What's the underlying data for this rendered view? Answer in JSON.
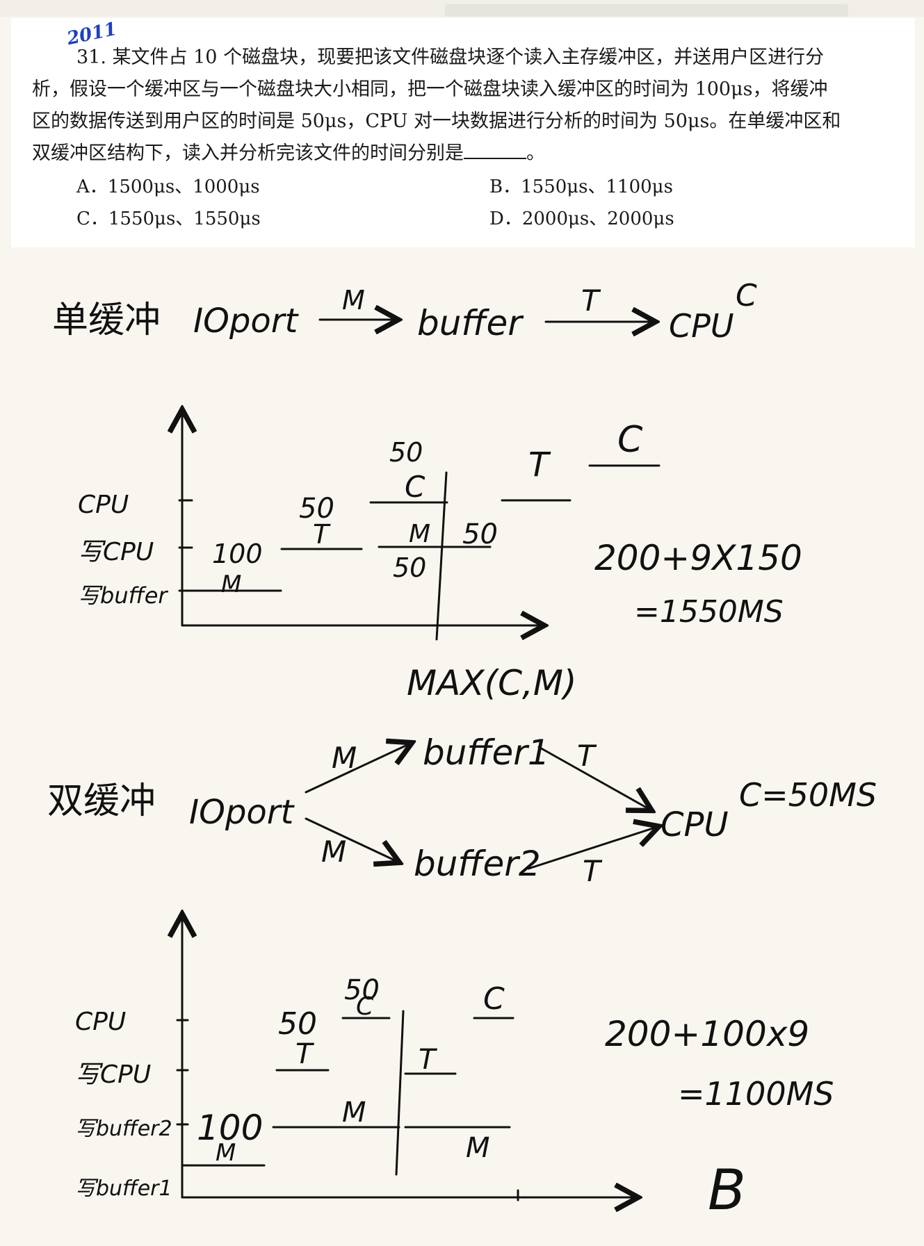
{
  "question": {
    "year_mark": "2011",
    "number": "31.",
    "line1": "某文件占 10 个磁盘块，现要把该文件磁盘块逐个读入主存缓冲区，并送用户区进行分",
    "line2": "析，假设一个缓冲区与一个磁盘块大小相同，把一个磁盘块读入缓冲区的时间为 100μs，将缓冲",
    "line3": "区的数据传送到用户区的时间是 50μs，CPU 对一块数据进行分析的时间为 50μs。在单缓冲区和",
    "line4_pre": "双缓冲区结构下，读入并分析完该文件的时间分别是",
    "line4_post": "。",
    "options": {
      "A": "A．1500μs、1000μs",
      "B": "B．1550μs、1100μs",
      "C": "C．1550μs、1550μs",
      "D": "D．2000μs、2000μs"
    }
  },
  "single_buffer": {
    "title": "单缓冲",
    "io": "IOport",
    "m": "M",
    "buffer": "buffer",
    "t": "T",
    "cpu": "CPU",
    "c": "C",
    "y_labels": [
      "CPU",
      "写CPU",
      "写buffer"
    ],
    "m_time": "100",
    "m_label": "M",
    "t_time": "50",
    "t_label": "T",
    "c_time": "50",
    "c_label": "C",
    "m2_label": "M",
    "m2_time": "50",
    "fifty_right": "50",
    "t_right": "T",
    "c_right": "C",
    "formula": "200+9X150",
    "result": "=1550MS",
    "note": "MAX(C,M)"
  },
  "double_buffer": {
    "title": "双缓冲",
    "io": "IOport",
    "m_up": "M",
    "m_down": "M",
    "buffer1": "buffer1",
    "buffer2": "buffer2",
    "t_up": "T",
    "t_down": "T",
    "cpu": "CPU",
    "c_note": "C=50MS",
    "y_labels": [
      "CPU",
      "写CPU",
      "写buffer2",
      "写buffer1"
    ],
    "m_time": "100",
    "m_label": "M",
    "t_time": "50",
    "t_label": "T",
    "c_time": "50",
    "c_label": "C",
    "mid_m": "M",
    "t2": "T",
    "m3": "M",
    "c_right": "C",
    "formula": "200+100x9",
    "result": "=1100MS",
    "answer": "B"
  }
}
